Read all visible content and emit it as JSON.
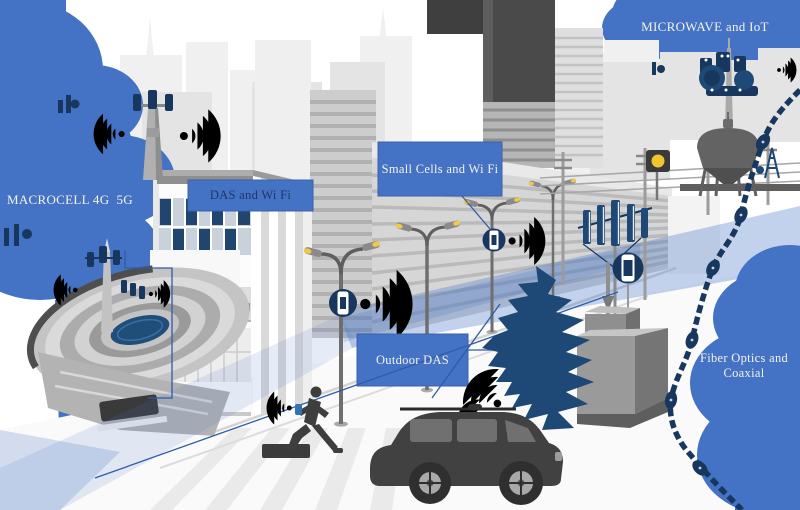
{
  "labels": {
    "macrocell": "MACROCELL 4G  5G",
    "das": "DAS and Wi Fi",
    "small_cells": "Small Cells and Wi Fi",
    "microwave": "MICROWAVE and IoT",
    "outdoor_das": "Outdoor DAS",
    "fiber": "Fiber Optics and Coaxial"
  },
  "colors": {
    "accent_blue": "#4472C4",
    "navy_icon": "#17375E",
    "steel_blue": "#31608F",
    "label_text_dark": "#1F3864",
    "label_text_light": "#F5F2E9",
    "lamp_yellow": "#F2C84B",
    "stadium_field": "#1F4E79"
  },
  "scene_icons": [
    "macrocell-tower",
    "wifi-signal",
    "das-antenna",
    "small-cell",
    "street-lamp",
    "microwave-antenna",
    "water-tower",
    "utility-pole",
    "traffic-light",
    "fiber-cable",
    "equipment-cabinet",
    "smartphone",
    "suv-car",
    "runner",
    "stadium",
    "office-building",
    "city-skyline",
    "signal-beam"
  ]
}
